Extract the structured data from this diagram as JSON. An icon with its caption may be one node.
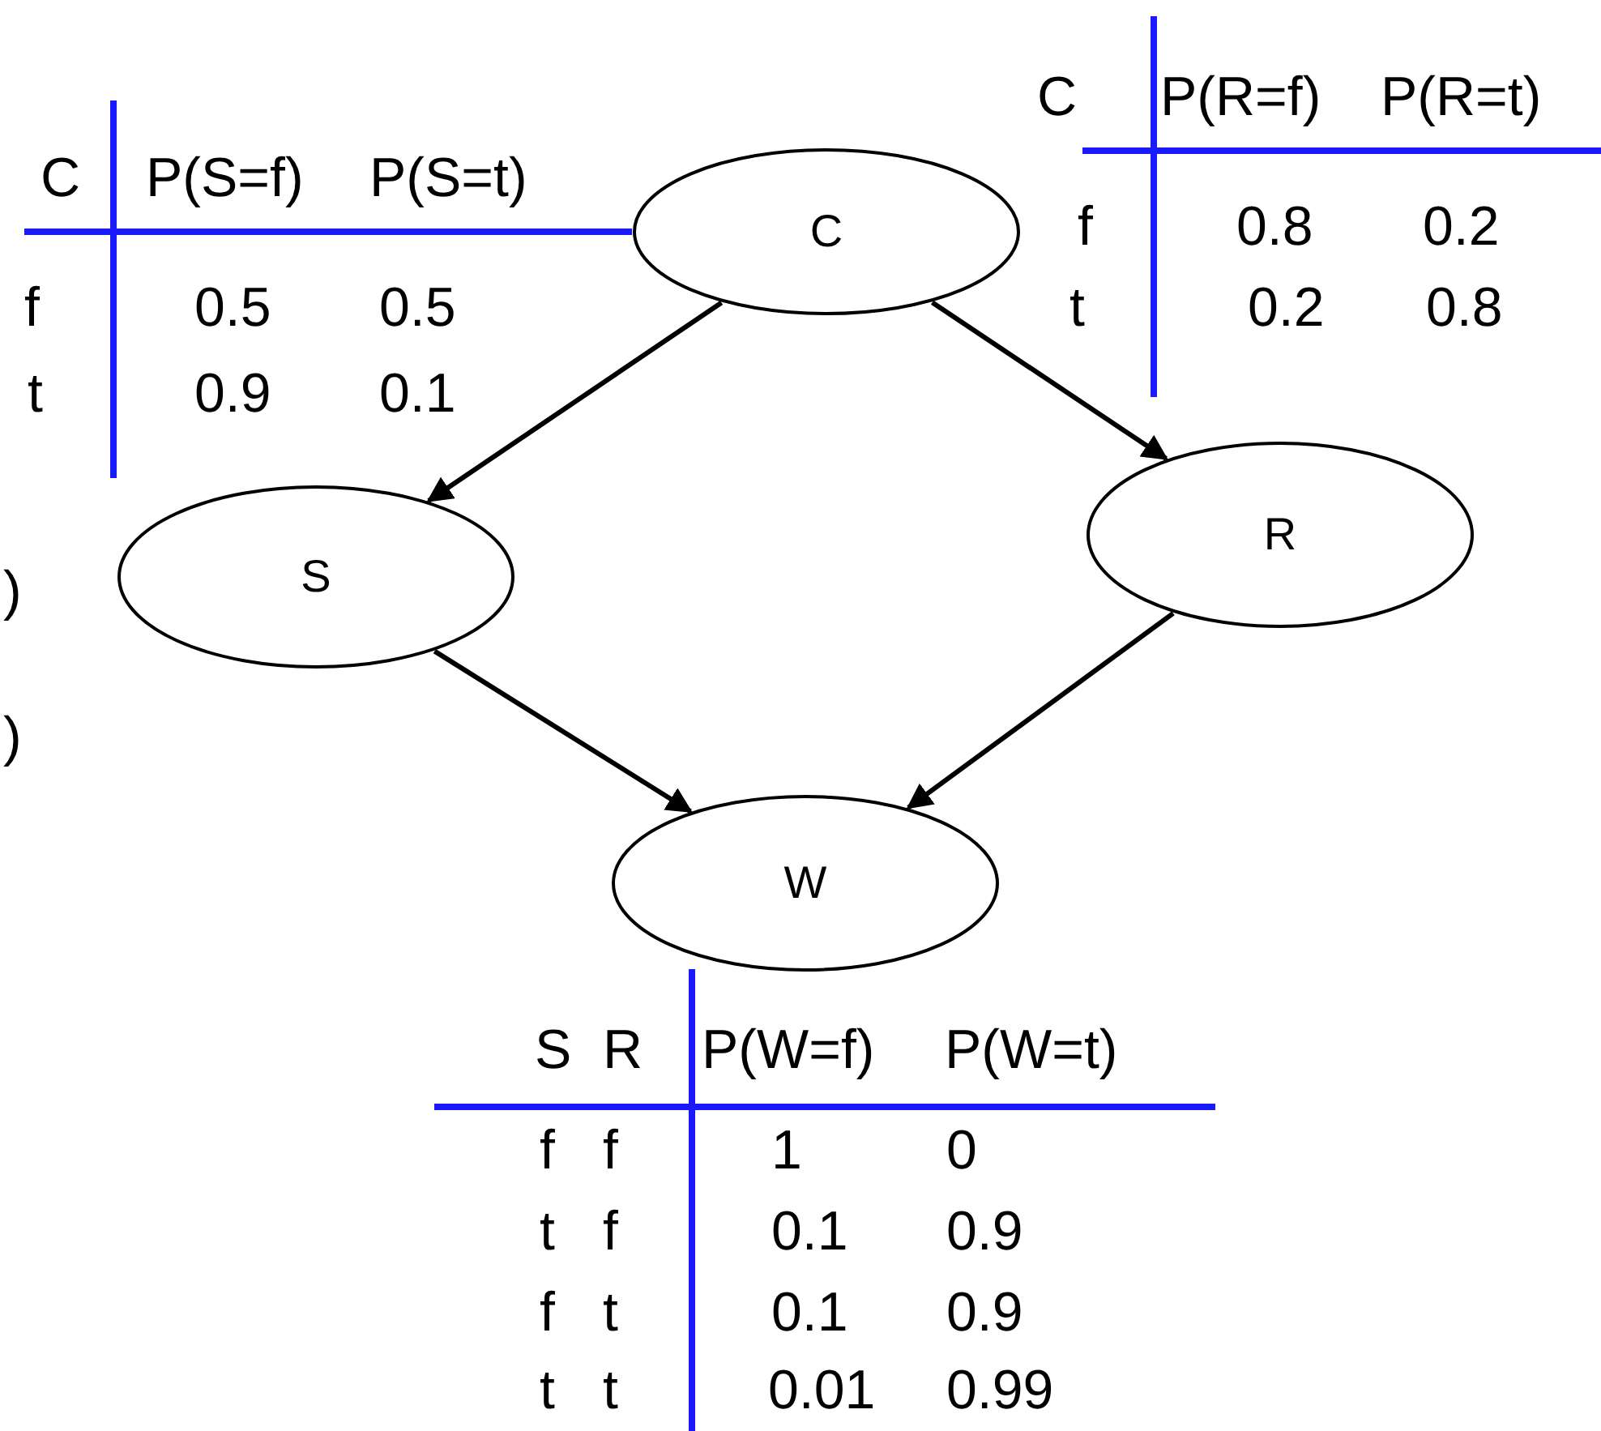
{
  "diagram": {
    "nodes": [
      {
        "text": [
          "C"
        ]
      },
      {
        "text": [
          "S"
        ]
      },
      {
        "text": [
          "R"
        ]
      },
      {
        "text": [
          "W"
        ]
      }
    ],
    "edges": [
      {
        "from": 0,
        "to": 1,
        "arrow": "to"
      },
      {
        "from": 0,
        "to": 2,
        "arrow": "to"
      },
      {
        "from": 1,
        "to": 3,
        "arrow": "to"
      },
      {
        "from": 2,
        "to": 3,
        "arrow": "to"
      }
    ],
    "labels": [
      "C",
      "P(S=f)",
      "P(S=t)",
      "f",
      "0.5",
      "0.5",
      "t",
      "0.9",
      "0.1",
      "C",
      "P(R=f)",
      "P(R=t)",
      "f",
      "0.8",
      "0.2",
      "t",
      "0.2",
      "0.8",
      ")",
      ")",
      "S",
      "R",
      "P(W=f)",
      "P(W=t)",
      "f",
      "f",
      "1",
      "0",
      "t",
      "f",
      "0.1",
      "0.9",
      "f",
      "t",
      "0.1",
      "0.9",
      "t",
      "t",
      "0.01",
      "0.99"
    ]
  }
}
